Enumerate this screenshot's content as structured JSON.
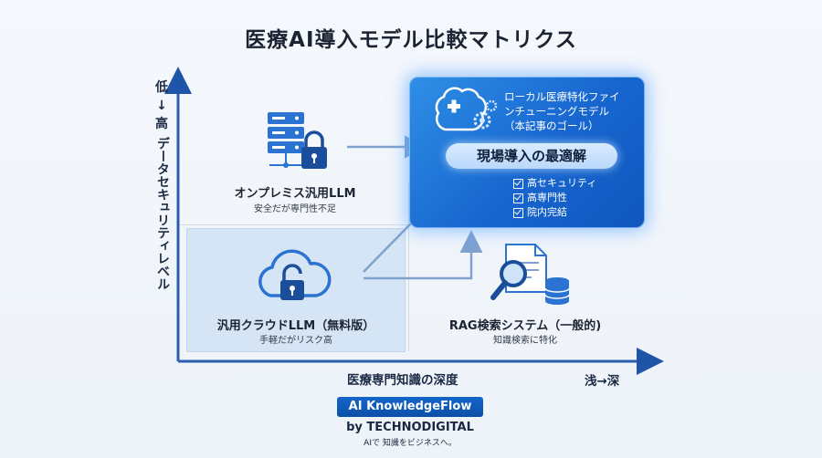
{
  "title": "医療AI導入モデル比較マトリクス",
  "axes": {
    "y_direction": "低↓高",
    "y_label": "データセキュリティレベル",
    "x_label": "医療専門知識の深度",
    "x_direction": "浅→深"
  },
  "quadrants": {
    "onprem": {
      "title": "オンプレミス汎用LLM",
      "subtitle": "安全だが専門性不足",
      "icon": "server-lock-icon"
    },
    "cloud": {
      "title": "汎用クラウドLLM（無料版）",
      "subtitle": "手軽だがリスク高",
      "icon": "cloud-unlock-icon"
    },
    "rag": {
      "title": "RAG検索システム（一般的)",
      "subtitle": "知識検索に特化",
      "icon": "document-search-database-icon"
    },
    "local": {
      "title_line1": "ローカル医療特化ファイ",
      "title_line2": "ンチューニングモデル",
      "title_line3": "（本記事のゴール）",
      "highlight": "現場導入の最適解",
      "checks": [
        "高セキュリティ",
        "高専門性",
        "院内完結"
      ],
      "icon": "brain-gear-icon"
    }
  },
  "brand": {
    "name": "AI KnowledgeFlow",
    "by": "by TECHNODIGITAL",
    "tagline": "AIで 知識をビジネスへ。"
  },
  "colors": {
    "accent": "#1766cf",
    "axis": "#2a5fb0",
    "quadrant_fill": "#d6e5f6",
    "arrow": "#7fa2cf"
  }
}
